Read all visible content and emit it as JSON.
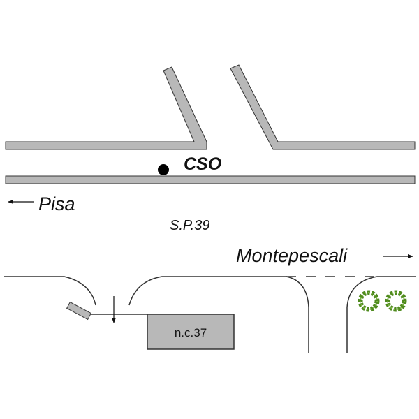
{
  "labels": {
    "cso": "CSO",
    "pisa": "Pisa",
    "road_name": "S.P.39",
    "montepescali": "Montepescali",
    "building": "n.c.37"
  },
  "colors": {
    "road_fill": "#b8b8b8",
    "outline": "#333333",
    "building_fill": "#b8b8b8",
    "tree_green": "#4f8a1e",
    "marker": "#000000"
  },
  "icons": {
    "cso_marker": "filled-circle",
    "pisa_direction": "arrow-left",
    "montepescali_direction": "arrow-right",
    "entrance_arrow": "arrow-down",
    "trees": "shrub"
  }
}
